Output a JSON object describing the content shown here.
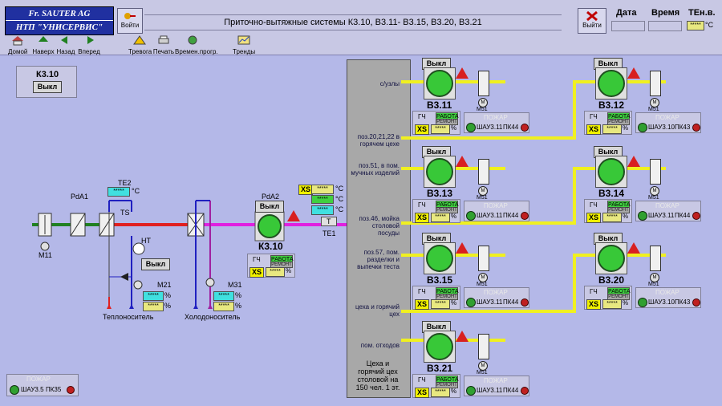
{
  "brand": {
    "line1": "Fr. SAUTER AG",
    "line2": "НТП \"УНИСЕРВИС\""
  },
  "login_button": "Войти",
  "logout_button": "Выйти",
  "toolbar": [
    {
      "label": "Домой",
      "icon": "home-icon"
    },
    {
      "label": "Наверх",
      "icon": "arrow-up-icon"
    },
    {
      "label": "Назад",
      "icon": "arrow-back-icon"
    },
    {
      "label": "Вперед",
      "icon": "arrow-forward-icon"
    }
  ],
  "toolbar2": [
    {
      "label": "Тревога",
      "icon": "alarm-icon"
    },
    {
      "label": "Печать",
      "icon": "printer-icon"
    },
    {
      "label": "Времен.прогр.",
      "icon": "schedule-icon"
    },
    {
      "label": "Тренды",
      "icon": "trend-icon"
    }
  ],
  "title": "Приточно-вытяжные системы К3.10, В3.11- В3.15, В3.20, В3.21",
  "header_fields": {
    "date": "Дата",
    "time": "Время",
    "temp": "ТЕн.в.",
    "temp_value": "*****",
    "temp_unit": "°С"
  },
  "k310_box": {
    "name": "К3.10",
    "state": "Выкл"
  },
  "left_labels": {
    "te2": "TE2",
    "pda1": "PdA1",
    "ts": "TS",
    "ht": "HT",
    "m11": "M11",
    "m21": "M21",
    "m31": "M31",
    "pda2": "PdA2",
    "te1": "TE1",
    "heat": "Теплоноситель",
    "cold": "Холодоноситель",
    "deg": "°C",
    "pct": "%",
    "stars": "*****",
    "vykl": "Выкл",
    "unit": "К3.10",
    "gch": "ГЧ",
    "rabota": "РАБОТА",
    "remont": "РЕМОНТ",
    "xs": "XS",
    "t": "T"
  },
  "shau35": {
    "fire": "ПОЖАР",
    "label": "ШАУ3.5",
    "pk": "ПК35"
  },
  "zones": [
    "с/узлы",
    "поз.20,21,22 в горячем цехе",
    "поз.51, в пом. мучных изделий",
    "поз.46, мойка столовой посуды",
    "поз.57, пом. разделки и выпечки теста",
    "цеха и горячий цех",
    "пом. отходов",
    "Цеха и горячий цех столовой на 150 чел. 1 эт."
  ],
  "units": [
    {
      "name": "В3.11",
      "state": "Выкл",
      "motor": "M51",
      "sh": "ШАУ3.11",
      "pk": "ПК44"
    },
    {
      "name": "В3.12",
      "state": "Выкл",
      "motor": "M51",
      "sh": "ШАУ3.10",
      "pk": "ПК43"
    },
    {
      "name": "В3.13",
      "state": "Выкл",
      "motor": "M51",
      "sh": "ШАУ3.11",
      "pk": "ПК44"
    },
    {
      "name": "В3.14",
      "state": "Выкл",
      "motor": "M51",
      "sh": "ШАУ3.11",
      "pk": "ПК44"
    },
    {
      "name": "В3.15",
      "state": "Выкл",
      "motor": "M51",
      "sh": "ШАУ3.11",
      "pk": "ПК44"
    },
    {
      "name": "В3.20",
      "state": "Выкл",
      "motor": "M51",
      "sh": "ШАУ3.10",
      "pk": "ПК43"
    },
    {
      "name": "В3.21",
      "state": "Выкл",
      "motor": "M51",
      "sh": "ШАУ3.11",
      "pk": "ПК44"
    }
  ],
  "colors": {
    "supply": "#e020e0",
    "heat": "#e02020",
    "green": "#208020",
    "exhaust": "#f0f020"
  }
}
